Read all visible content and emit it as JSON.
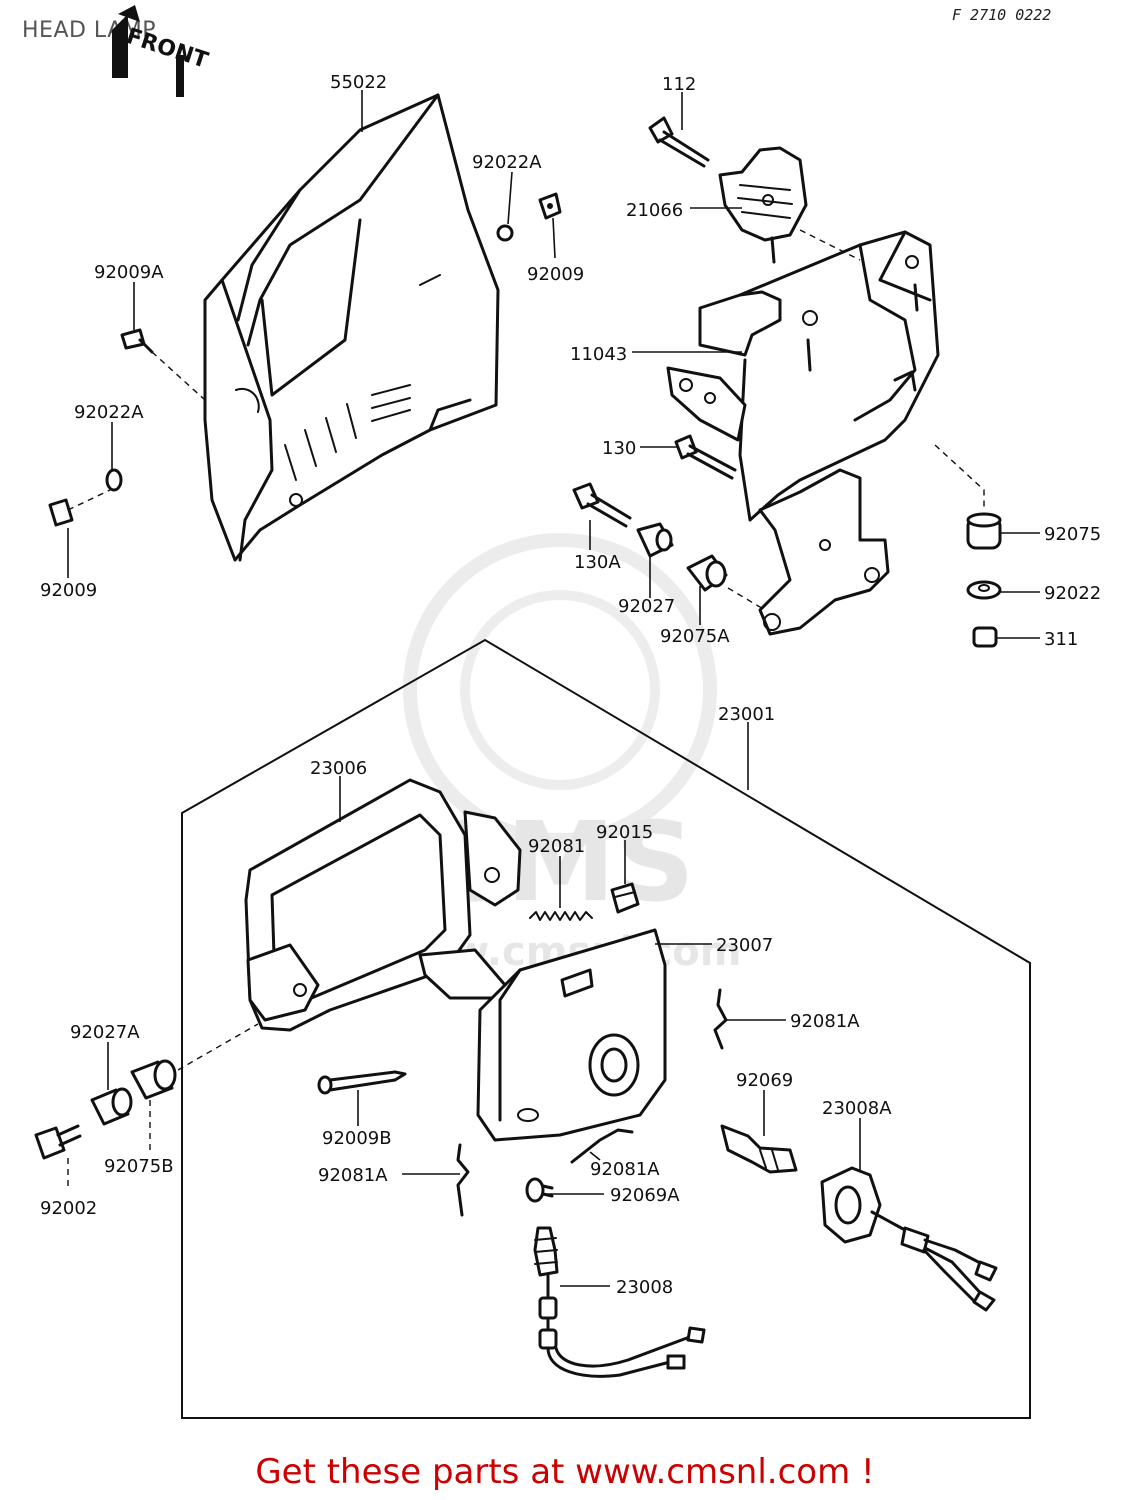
{
  "page": {
    "title": "HEAD LAMP",
    "reference_code": "F 2710 0222",
    "front_marker": "FRONT",
    "watermark": "CMS",
    "watermark_url": "www.cmsnl.com",
    "promo_text": "Get these parts at www.cmsnl.com !"
  },
  "labels": {
    "p55022": "55022",
    "p92022A_top": "92022A",
    "p92009_top": "92009",
    "p92009A": "92009A",
    "p92022A_left": "92022A",
    "p92009_left": "92009",
    "p112": "112",
    "p21066": "21066",
    "p11043": "11043",
    "p130": "130",
    "p130A": "130A",
    "p92027": "92027",
    "p92075A": "92075A",
    "p92075": "92075",
    "p92022": "92022",
    "p311": "311",
    "p23001": "23001",
    "p23006": "23006",
    "p92081": "92081",
    "p92015": "92015",
    "p23007": "23007",
    "p92081A_right": "92081A",
    "p92027A": "92027A",
    "p92075B": "92075B",
    "p92002": "92002",
    "p92009B": "92009B",
    "p92069": "92069",
    "p23008A": "23008A",
    "p92081A_left": "92081A",
    "p92081A_mid": "92081A",
    "p92069A": "92069A",
    "p23008": "23008"
  }
}
